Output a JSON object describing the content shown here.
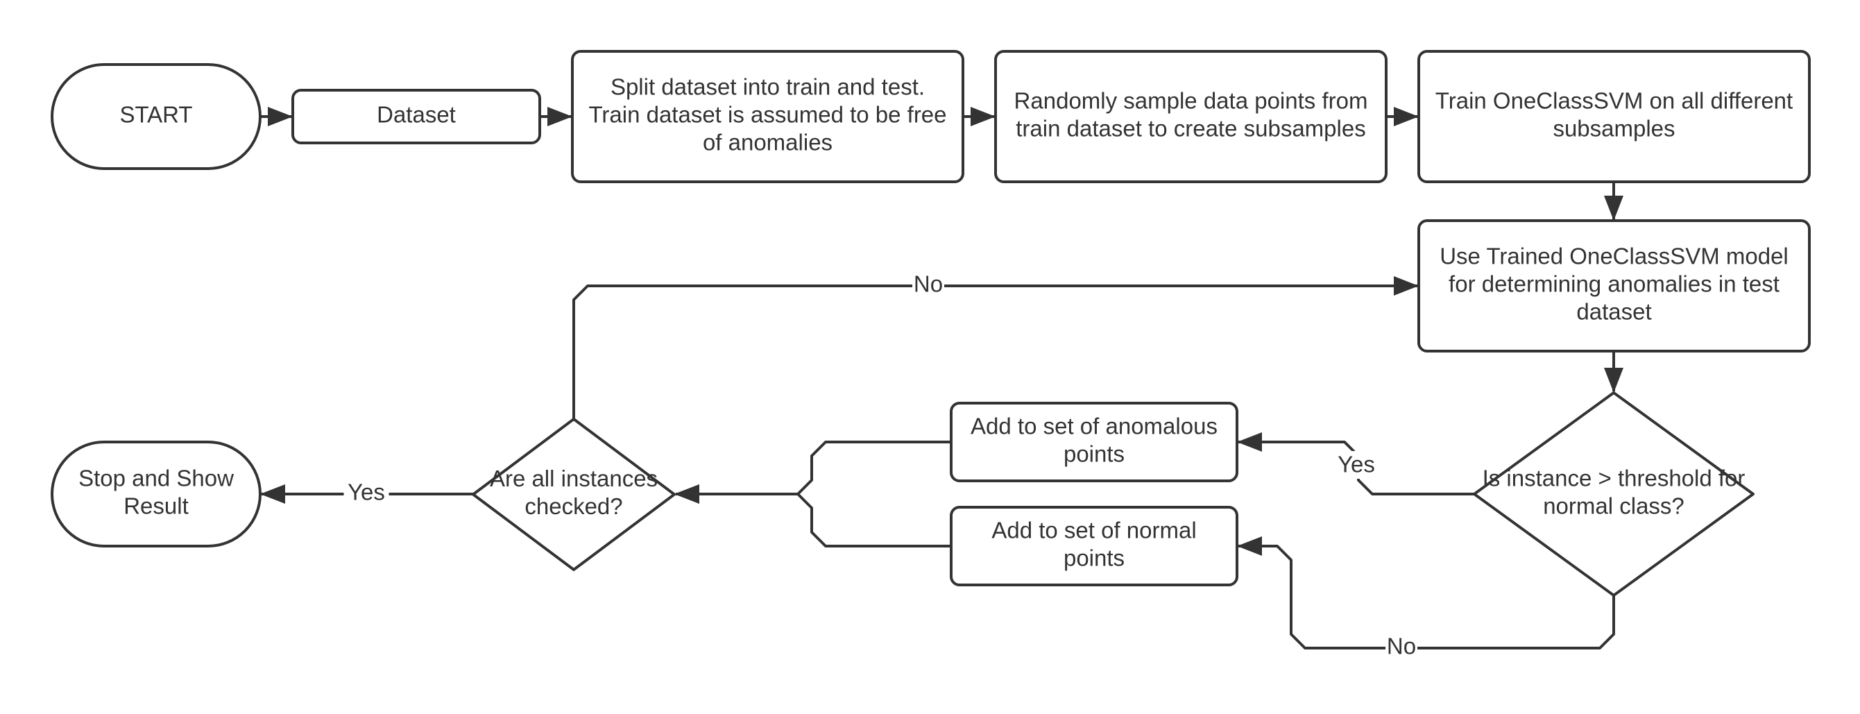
{
  "colors": {
    "stroke": "#333333",
    "fill": "#ffffff",
    "background": "#ffffff"
  },
  "nodes": {
    "start": {
      "shape": "terminal",
      "lines": [
        "START"
      ]
    },
    "dataset": {
      "shape": "process",
      "lines": [
        "Dataset"
      ]
    },
    "split": {
      "shape": "process",
      "lines": [
        "Split dataset into train and test.",
        "Train dataset is assumed to be free",
        "of anomalies"
      ]
    },
    "sample": {
      "shape": "process",
      "lines": [
        "Randomly sample data points from",
        "train dataset to create subsamples"
      ]
    },
    "train": {
      "shape": "process",
      "lines": [
        "Train OneClassSVM on all different",
        "subsamples"
      ]
    },
    "use_model": {
      "shape": "process",
      "lines": [
        "Use Trained OneClassSVM model",
        "for determining anomalies in test",
        "dataset"
      ]
    },
    "threshold": {
      "shape": "decision",
      "lines": [
        "Is instance > threshold for",
        "normal class?"
      ]
    },
    "anomalous": {
      "shape": "process",
      "lines": [
        "Add to set of anomalous",
        "points"
      ]
    },
    "normal": {
      "shape": "process",
      "lines": [
        "Add to set of normal",
        "points"
      ]
    },
    "all_checked": {
      "shape": "decision",
      "lines": [
        "Are all instances",
        "checked?"
      ]
    },
    "stop": {
      "shape": "terminal",
      "lines": [
        "Stop and Show",
        "Result"
      ]
    }
  },
  "edges": [
    {
      "from": "start",
      "to": "dataset",
      "label": ""
    },
    {
      "from": "dataset",
      "to": "split",
      "label": ""
    },
    {
      "from": "split",
      "to": "sample",
      "label": ""
    },
    {
      "from": "sample",
      "to": "train",
      "label": ""
    },
    {
      "from": "train",
      "to": "use_model",
      "label": ""
    },
    {
      "from": "use_model",
      "to": "threshold",
      "label": ""
    },
    {
      "from": "threshold",
      "to": "anomalous",
      "label": "Yes"
    },
    {
      "from": "threshold",
      "to": "normal",
      "label": "No"
    },
    {
      "from": "anomalous",
      "to": "all_checked",
      "label": ""
    },
    {
      "from": "normal",
      "to": "all_checked",
      "label": ""
    },
    {
      "from": "all_checked",
      "to": "use_model",
      "label": "No"
    },
    {
      "from": "all_checked",
      "to": "stop",
      "label": "Yes"
    }
  ]
}
